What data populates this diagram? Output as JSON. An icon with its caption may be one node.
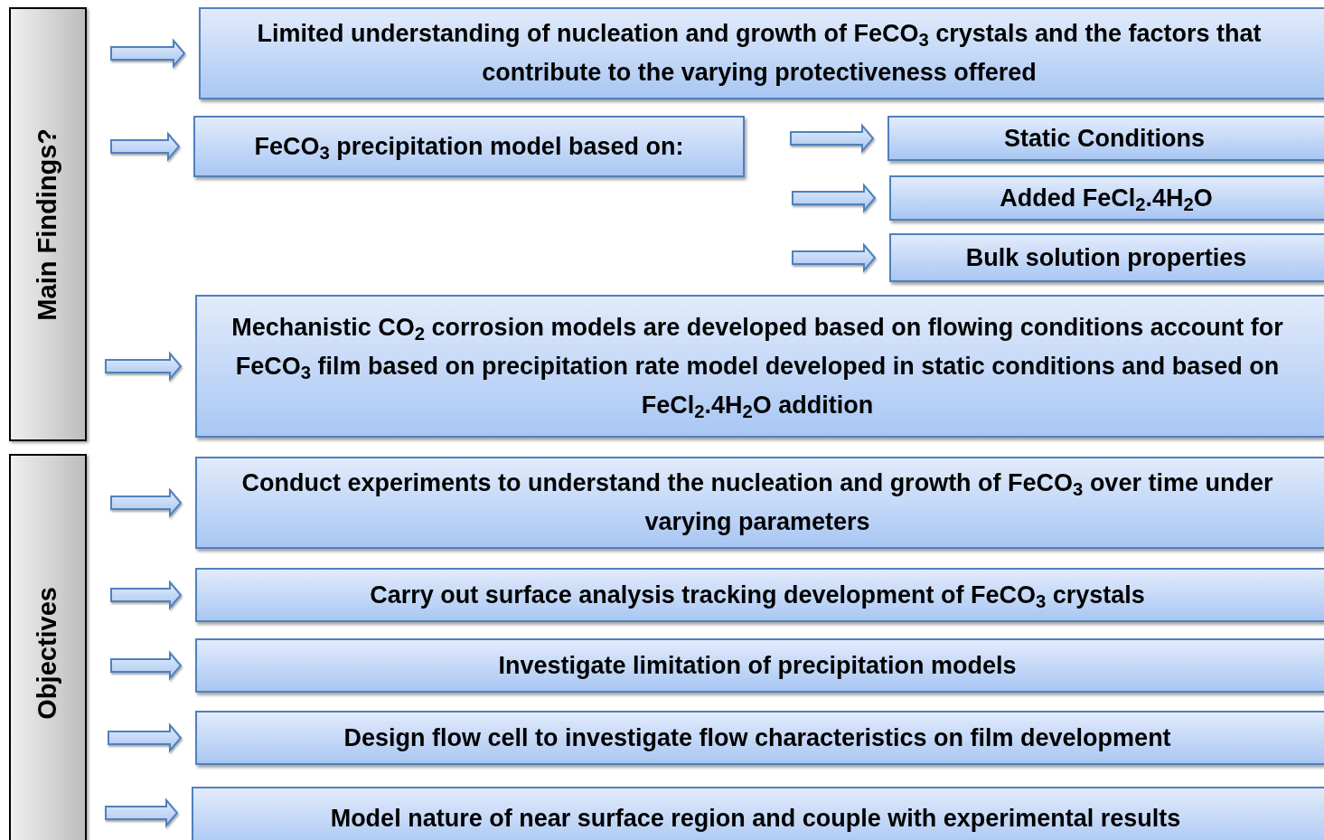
{
  "diagram": {
    "nodes": [
      {
        "text": [
          "Main Findings?"
        ]
      },
      {
        "text": [
          "Limited understanding of nucleation and growth of FeCO$_{3}$ crystals and the factors that contribute to the varying protectiveness offered"
        ]
      },
      {
        "text": [
          "FeCO$_{3}$ precipitation model based on:"
        ]
      },
      {
        "text": [
          "Static Conditions"
        ]
      },
      {
        "text": [
          "Added FeCl$_{2}$.4H$_{2}$O"
        ]
      },
      {
        "text": [
          "Bulk solution properties"
        ]
      },
      {
        "text": [
          "Mechanistic CO$_{2}$ corrosion models are developed based on flowing conditions account for FeCO$_{3}$ film based on precipitation rate model developed in static conditions and based on FeCl$_{2}$.4H$_{2}$O addition"
        ]
      },
      {
        "text": [
          "Objectives"
        ]
      },
      {
        "text": [
          "Conduct experiments to understand the nucleation and growth of FeCO$_{3}$ over time under varying parameters"
        ]
      },
      {
        "text": [
          "Carry out surface analysis tracking development of FeCO$_{3}$ crystals"
        ]
      },
      {
        "text": [
          "Investigate limitation of precipitation models"
        ]
      },
      {
        "text": [
          "Design flow cell to investigate flow characteristics on film development"
        ]
      },
      {
        "text": [
          "Model nature of near surface region and couple with experimental results"
        ]
      }
    ],
    "edges": [
      {
        "from": null,
        "to": 1,
        "arrow": "to"
      },
      {
        "from": null,
        "to": 2,
        "arrow": "to"
      },
      {
        "from": null,
        "to": 3,
        "arrow": "to"
      },
      {
        "from": null,
        "to": 4,
        "arrow": "to"
      },
      {
        "from": null,
        "to": 5,
        "arrow": "to"
      },
      {
        "from": null,
        "to": 6,
        "arrow": "to"
      },
      {
        "from": null,
        "to": 8,
        "arrow": "to"
      },
      {
        "from": null,
        "to": 9,
        "arrow": "to"
      },
      {
        "from": null,
        "to": 10,
        "arrow": "to"
      },
      {
        "from": null,
        "to": 11,
        "arrow": "to"
      },
      {
        "from": null,
        "to": 12,
        "arrow": "to"
      }
    ]
  }
}
